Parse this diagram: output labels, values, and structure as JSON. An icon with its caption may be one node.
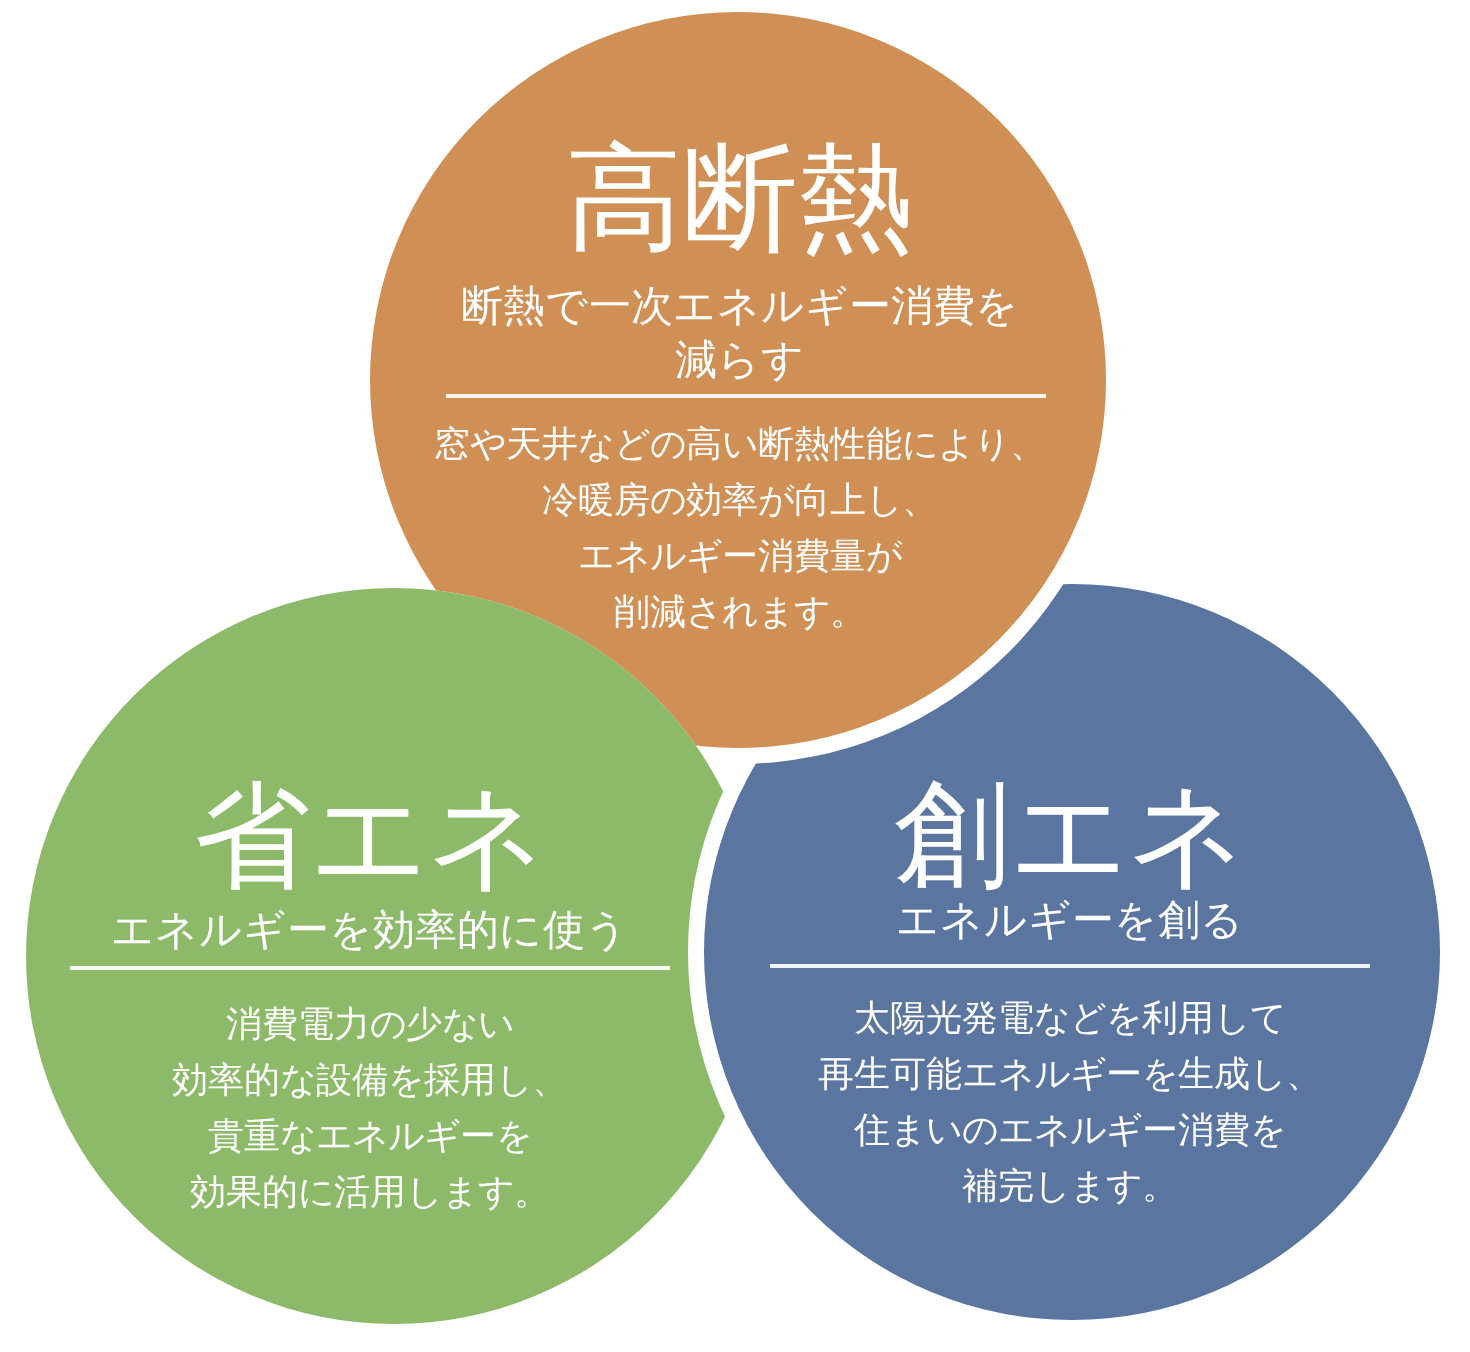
{
  "diagram": {
    "nodes": [
      {
        "text": [
          "高断熱",
          "断熱で一次エネルギー消費を減らす",
          "窓や天井などの高い断熱性能により、冷暖房の効率が向上し、エネルギー消費量が削減されます。"
        ]
      },
      {
        "text": [
          "省エネ",
          "エネルギーを効率的に使う",
          "消費電力の少ない効率的な設備を採用し、貴重なエネルギーを効果的に活用します。"
        ]
      },
      {
        "text": [
          "創エネ",
          "エネルギーを創る",
          "太陽光発電などを利用して再生可能エネルギーを生成し、住まいのエネルギー消費を補完します。"
        ]
      }
    ]
  }
}
